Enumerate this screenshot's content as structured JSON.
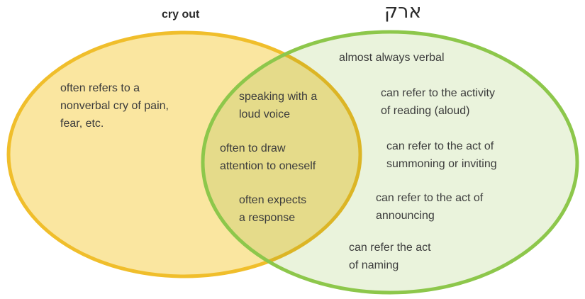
{
  "diagram": {
    "type": "venn",
    "left_set": {
      "title": "cry out",
      "items": [
        "often refers to a\nnonverbal cry of pain,\nfear, etc."
      ]
    },
    "right_set": {
      "title": "קרא",
      "items": [
        "almost always verbal",
        "can refer to the activity\nof reading (aloud)",
        "can refer to the act of\nsummoning or inviting",
        "can refer to the act of\nannouncing",
        "can refer the act\nof naming"
      ]
    },
    "overlap": {
      "items": [
        "speaking with a\nloud voice",
        "often to draw\nattention to oneself",
        "often expects\na response"
      ]
    },
    "colors": {
      "left_fill": "#fae6a0",
      "left_stroke": "#f0be2b",
      "right_fill": "#eaf3dc",
      "right_stroke": "#8dc74b",
      "overlap_fill": "#dedd86",
      "text": "#3c3c3c",
      "title_text": "#2b2b2b",
      "background": "#ffffff"
    }
  }
}
